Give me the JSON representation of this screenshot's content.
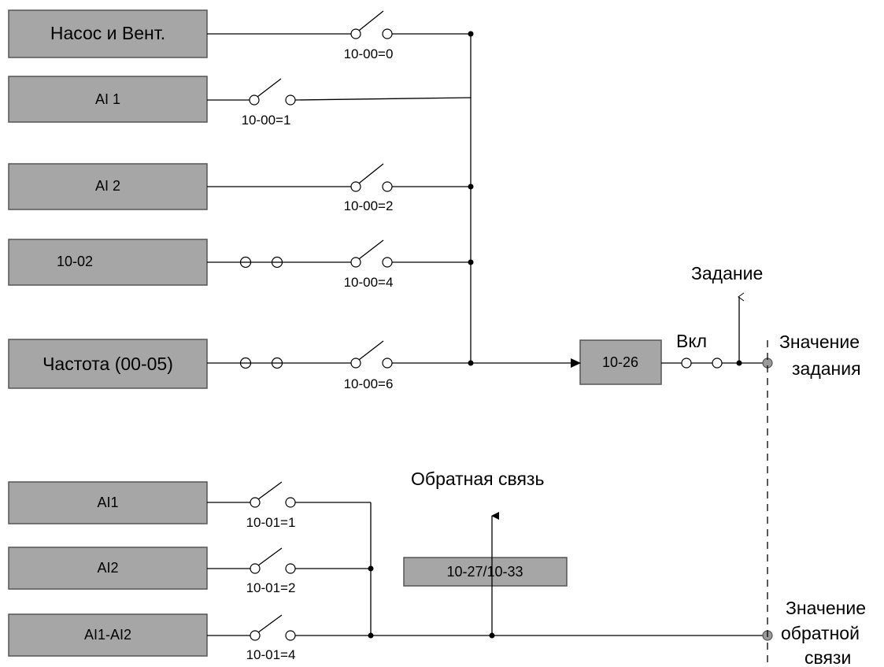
{
  "inputs": {
    "pump_fan": "Насос и Вент.",
    "ai1": "AI 1",
    "ai2": "AI 2",
    "p1002": "10-02",
    "freq": "Частота (00-05)"
  },
  "feedback_inputs": {
    "ai1": "AI1",
    "ai2": "AI2",
    "ai1_ai2": "AI1-AI2"
  },
  "switches": {
    "s0": "10-00=0",
    "s1": "10-00=1",
    "s2": "10-00=2",
    "s4": "10-00=4",
    "s6": "10-00=6",
    "f1": "10-01=1",
    "f2": "10-01=2",
    "f4": "10-01=4"
  },
  "blocks": {
    "b1026": "10-26",
    "b1027": "10-27/10-33"
  },
  "labels": {
    "task": "Задание",
    "on": "Вкл",
    "task_value_1": "Значение",
    "task_value_2": "задания",
    "feedback": "Обратная связь",
    "fb_value_1": "Значение",
    "fb_value_2": "обратной",
    "fb_value_3": "связи"
  }
}
